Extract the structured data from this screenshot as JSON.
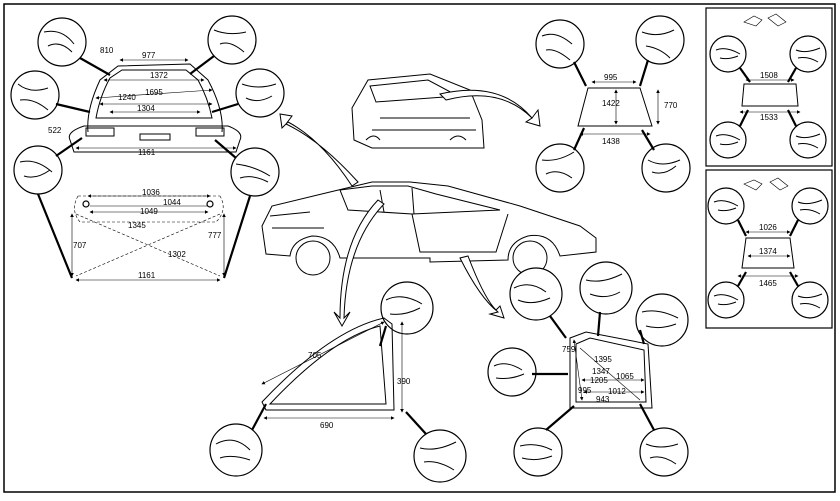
{
  "rear_window": {
    "dims": [
      "810",
      "977",
      "1372",
      "1240",
      "1695",
      "1304",
      "522",
      "1161"
    ]
  },
  "rear_panel": {
    "dims": [
      "1036",
      "1044",
      "1049",
      "1345",
      "707",
      "777",
      "1302",
      "1161"
    ]
  },
  "windshield": {
    "dims": [
      "995",
      "1422",
      "770",
      "1438"
    ]
  },
  "side_window": {
    "dims": [
      "705",
      "390",
      "690"
    ]
  },
  "door_frame": {
    "dims": [
      "759",
      "1395",
      "1347",
      "1205",
      "1065",
      "995",
      "1012",
      "943"
    ]
  },
  "inset_top": {
    "dims": [
      "1508",
      "1533"
    ]
  },
  "inset_bottom": {
    "dims": [
      "1026",
      "1374",
      "1465"
    ]
  }
}
